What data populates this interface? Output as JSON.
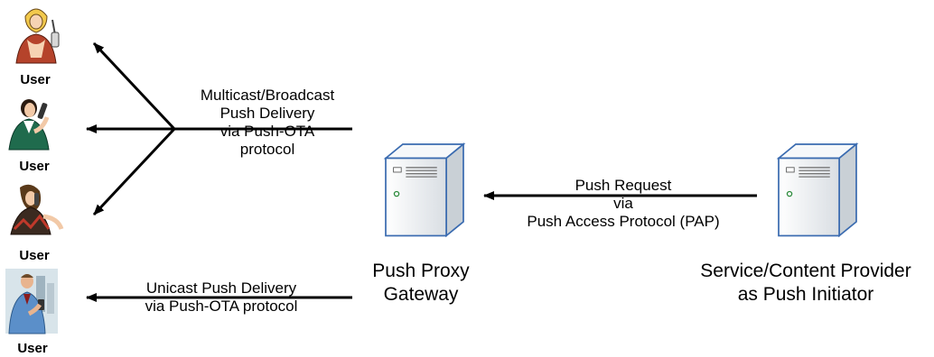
{
  "users": [
    {
      "label": "User",
      "icon": "woman-with-phone-icon"
    },
    {
      "label": "User",
      "icon": "businesswoman-with-phone-icon"
    },
    {
      "label": "User",
      "icon": "woman-talking-on-phone-icon"
    },
    {
      "label": "User",
      "icon": "businessman-with-phone-icon"
    }
  ],
  "messages": {
    "multicast": [
      "Multicast/Broadcast",
      "Push Delivery",
      "via Push-OTA",
      "protocol"
    ],
    "unicast": [
      "Unicast Push Delivery",
      "via Push-OTA protocol"
    ],
    "push_request": [
      "Push Request",
      "via",
      "Push Access Protocol (PAP)"
    ]
  },
  "nodes": {
    "gateway": [
      "Push Proxy",
      "Gateway"
    ],
    "provider": [
      "Service/Content Provider",
      "as Push Initiator"
    ]
  },
  "colors": {
    "arrow": "#000000",
    "server_body": "#eef1f3",
    "server_outline": "#3a6bb0",
    "server_shadow": "#c9d0d6"
  }
}
